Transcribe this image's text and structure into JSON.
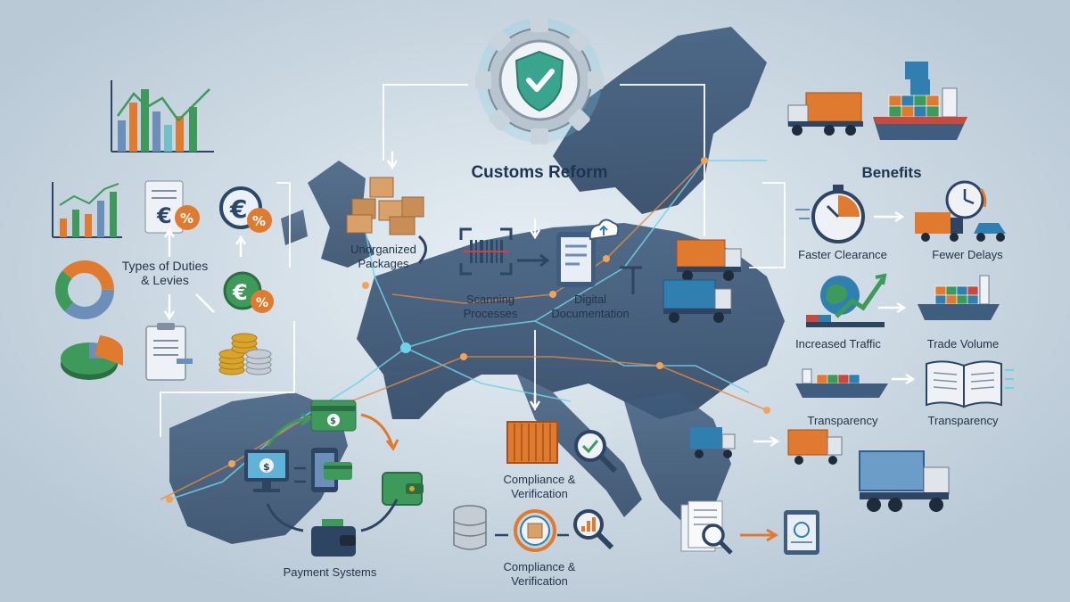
{
  "title": "Customs Reform",
  "benefits_heading": "Benefits",
  "labels": {
    "types_of_duties": "Types of Duties\n& Levies",
    "unorganized_packages": "Unorganized\nPackages",
    "scanning_processes": "Scanning\nProcesses",
    "digital_documentation": "Digital\nDocumentation",
    "faster_clearance": "Faster Clearance",
    "fewer_delays": "Fewer Delays",
    "increased_traffic": "Increased Traffic",
    "trade_volume": "Trade Volume",
    "transparency_1": "Transparency",
    "transparency_2": "Transparency",
    "compliance_1": "Compliance &\nVerification",
    "compliance_2": "Compliance &\nVerification",
    "payment_systems": "Payment Systems"
  },
  "icons": [
    "gear-shield-check-icon",
    "bar-chart-icon",
    "euro-percent-icon",
    "donut-chart-icon",
    "pie-chart-icon",
    "document-icon",
    "clipboard-icon",
    "coins-icon",
    "packages-icon",
    "barcode-scanner-icon",
    "tablet-cloud-icon",
    "truck-icon",
    "cargo-ship-icon",
    "stopwatch-icon",
    "clock-icon",
    "globe-growth-icon",
    "book-icon",
    "container-icon",
    "magnifier-check-icon",
    "database-icon",
    "wallet-icon",
    "monitor-icon",
    "credit-card-icon"
  ],
  "colors": {
    "accent": "#2f7fb0",
    "orange": "#e07a2e",
    "green": "#3d9a5a",
    "navy": "#2a4868"
  }
}
